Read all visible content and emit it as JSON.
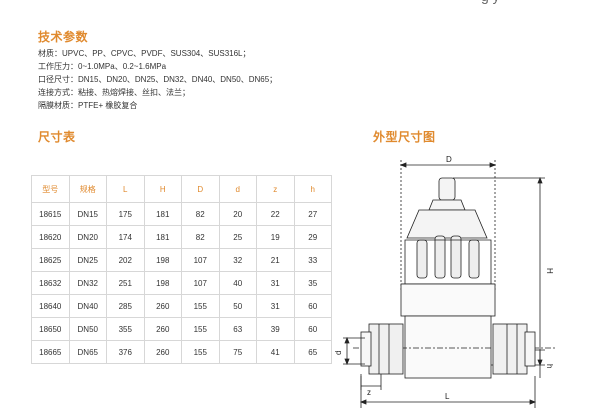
{
  "header": {
    "fragment": "g  y"
  },
  "spec": {
    "title": "技术参数",
    "lines": [
      "材质：UPVC、PP、CPVC、PVDF、SUS304、SUS316L；",
      "工作压力：0~1.0MPa、0.2~1.6MPa",
      "口径尺寸：DN15、DN20、DN25、DN32、DN40、DN50、DN65；",
      "连接方式：粘接、热熔焊接、丝扣、法兰；",
      "隔膜材质：PTFE+ 橡胶复合"
    ]
  },
  "size_table": {
    "title": "尺寸表",
    "headers": [
      "型号",
      "规格",
      "L",
      "H",
      "D",
      "d",
      "z",
      "h"
    ],
    "rows": [
      [
        "18615",
        "DN15",
        "175",
        "181",
        "82",
        "20",
        "22",
        "27"
      ],
      [
        "18620",
        "DN20",
        "174",
        "181",
        "82",
        "25",
        "19",
        "29"
      ],
      [
        "18625",
        "DN25",
        "202",
        "198",
        "107",
        "32",
        "21",
        "33"
      ],
      [
        "18632",
        "DN32",
        "251",
        "198",
        "107",
        "40",
        "31",
        "35"
      ],
      [
        "18640",
        "DN40",
        "285",
        "260",
        "155",
        "50",
        "31",
        "60"
      ],
      [
        "18650",
        "DN50",
        "355",
        "260",
        "155",
        "63",
        "39",
        "60"
      ],
      [
        "18665",
        "DN65",
        "376",
        "260",
        "155",
        "75",
        "41",
        "65"
      ]
    ]
  },
  "drawing": {
    "title": "外型尺寸图",
    "labels": {
      "D": "D",
      "H": "H",
      "d": "d",
      "z": "z",
      "h": "h",
      "L": "L"
    }
  },
  "colors": {
    "accent": "#e08a2e",
    "text": "#333333",
    "grid": "#d7d7d7",
    "line": "#222222"
  }
}
